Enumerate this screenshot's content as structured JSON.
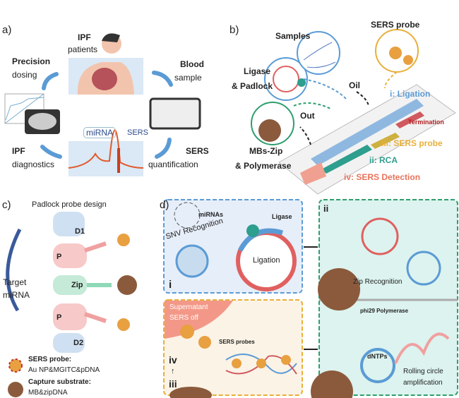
{
  "panel_a": {
    "label": "a)",
    "ipf": "IPF",
    "patients": "patients",
    "precision": "Precision",
    "dosing": "dosing",
    "blood": "Blood",
    "sample": "sample",
    "sers": "SERS",
    "quantification": "quantification",
    "ipf2": "IPF",
    "diagnostics": "diagnostics",
    "mirna": "miRNA",
    "sers_peak": "SERS"
  },
  "panel_b": {
    "label": "b)",
    "samples": "Samples",
    "sers_probe": "SERS probe",
    "ligase": "Ligase",
    "padlock": "& Padlock",
    "oil": "Oil",
    "out": "Out",
    "mbs_zip": "MBs-Zip",
    "polymerase": "& Polymerase",
    "ligation": "i: Ligation",
    "termination": "Termination",
    "step_sers_probe": "iii: SERS probe",
    "rca": "ii: RCA",
    "detection": "iv: SERS Detection"
  },
  "panel_c": {
    "label": "c)",
    "title": "Padlock probe design",
    "d1": "D1",
    "p1": "P",
    "zip": "Zip",
    "p2": "P",
    "d2": "D2",
    "target1": "Target",
    "target2": "miRNA",
    "legend_probe_title": "SERS probe:",
    "legend_probe_desc": "Au NP&MGITC&pDNA",
    "legend_capture_title": "Capture substrate:",
    "legend_capture_desc": "MB&zipDNA"
  },
  "panel_d": {
    "label": "d)",
    "i": {
      "num": "i",
      "mirnas": "miRNAs",
      "ligase": "Ligase",
      "snv": "SNV Recognition",
      "ligation": "Ligation"
    },
    "ii": {
      "num": "ii",
      "zip": "Zip Recognition"
    },
    "rca": {
      "polymerase": "phi29 Polymerase",
      "dntps": "dNTPs",
      "rolling": "Rolling circle",
      "amplification": "amplification"
    },
    "iv": {
      "supernatant": "Supernatant",
      "sers_off": "SERS off",
      "probes": "SERS probes",
      "iv": "iv",
      "arrow": "↑",
      "iii": "iii"
    }
  },
  "colors": {
    "blue": "#5b9bd5",
    "green": "#2e9e6e",
    "yellow": "#e8b03a",
    "red": "#b22222",
    "salmon": "#e8735a",
    "brown": "#8b5a3c"
  }
}
